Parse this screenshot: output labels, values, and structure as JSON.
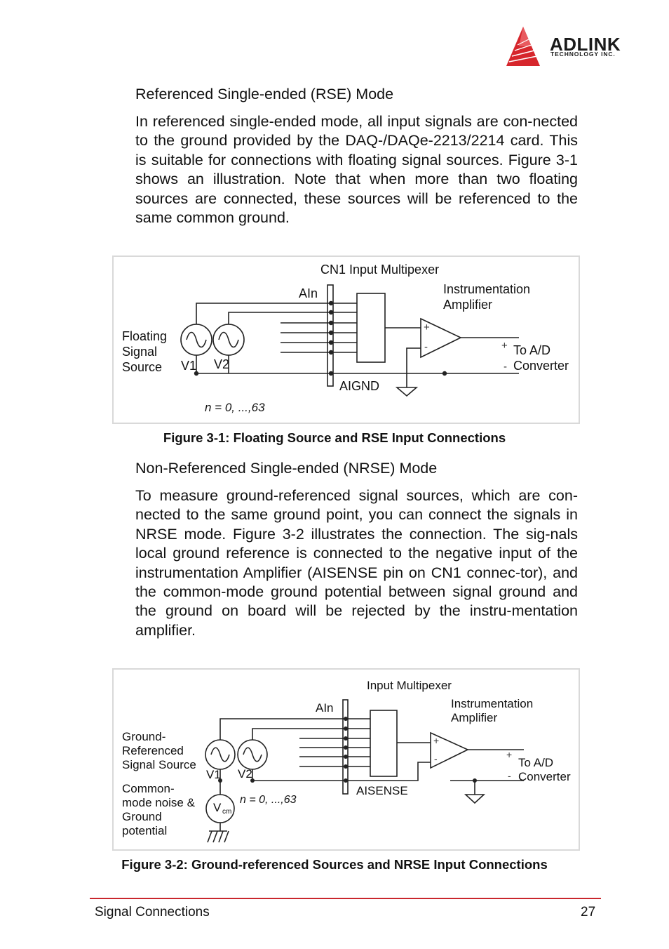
{
  "header": {
    "logo_name": "ADLINK",
    "logo_tagline": "TECHNOLOGY INC.",
    "brand_color": "#d6262c"
  },
  "section1": {
    "heading": "Referenced Single-ended (RSE) Mode",
    "paragraph": "In referenced single-ended mode, all input signals are con-nected to the ground provided by the DAQ-/DAQe-2213/2214 card. This is suitable for connections with floating signal sources. Figure 3-1 shows an illustration. Note that when more than two floating sources are connected, these sources will be referenced to the same common ground."
  },
  "figure1": {
    "title": "CN1  Input Multipexer",
    "ain": "AIn",
    "amp_line1": "Instrumentation",
    "amp_line2": "Amplifier",
    "src_line1": "Floating",
    "src_line2": "Signal",
    "src_line3": "Source",
    "v1": "V1",
    "v2": "V2",
    "plus": "+",
    "minus": "-",
    "out_line1": "To A/D",
    "out_line2": "Converter",
    "ground_label": "AIGND",
    "range": "n = 0, ...,63",
    "caption": "Figure 3-1: Floating Source and RSE Input Connections"
  },
  "section2": {
    "heading": "Non-Referenced Single-ended (NRSE) Mode",
    "paragraph": "To measure ground-referenced signal sources, which are con-nected to the same ground point, you can connect the signals in NRSE mode. Figure 3-2 illustrates the connection. The sig-nals local ground reference is connected to the negative input of the instrumentation Amplifier (AISENSE pin on CN1 connec-tor), and the common-mode ground potential between signal ground and the ground on board will be rejected by the instru-mentation amplifier."
  },
  "figure2": {
    "title": "Input Multipexer",
    "ain": "AIn",
    "amp_line1": "Instrumentation",
    "amp_line2": "Amplifier",
    "src_line1": "Ground-",
    "src_line2": "Referenced",
    "src_line3": "Signal Source",
    "v1": "V1",
    "v2": "V2",
    "cm_line1": "Common-",
    "cm_line2": "mode noise &",
    "cm_line3": "Ground",
    "cm_line4": "potential",
    "vcm_main": "V",
    "vcm_sub": "cm",
    "plus": "+",
    "minus": "-",
    "out_line1": "To A/D",
    "out_line2": "Converter",
    "sense_label": "AISENSE",
    "range": "n = 0, ...,63",
    "caption": "Figure 3-2: Ground-referenced Sources and NRSE Input Connections"
  },
  "footer": {
    "section": "Signal Connections",
    "page": "27"
  }
}
